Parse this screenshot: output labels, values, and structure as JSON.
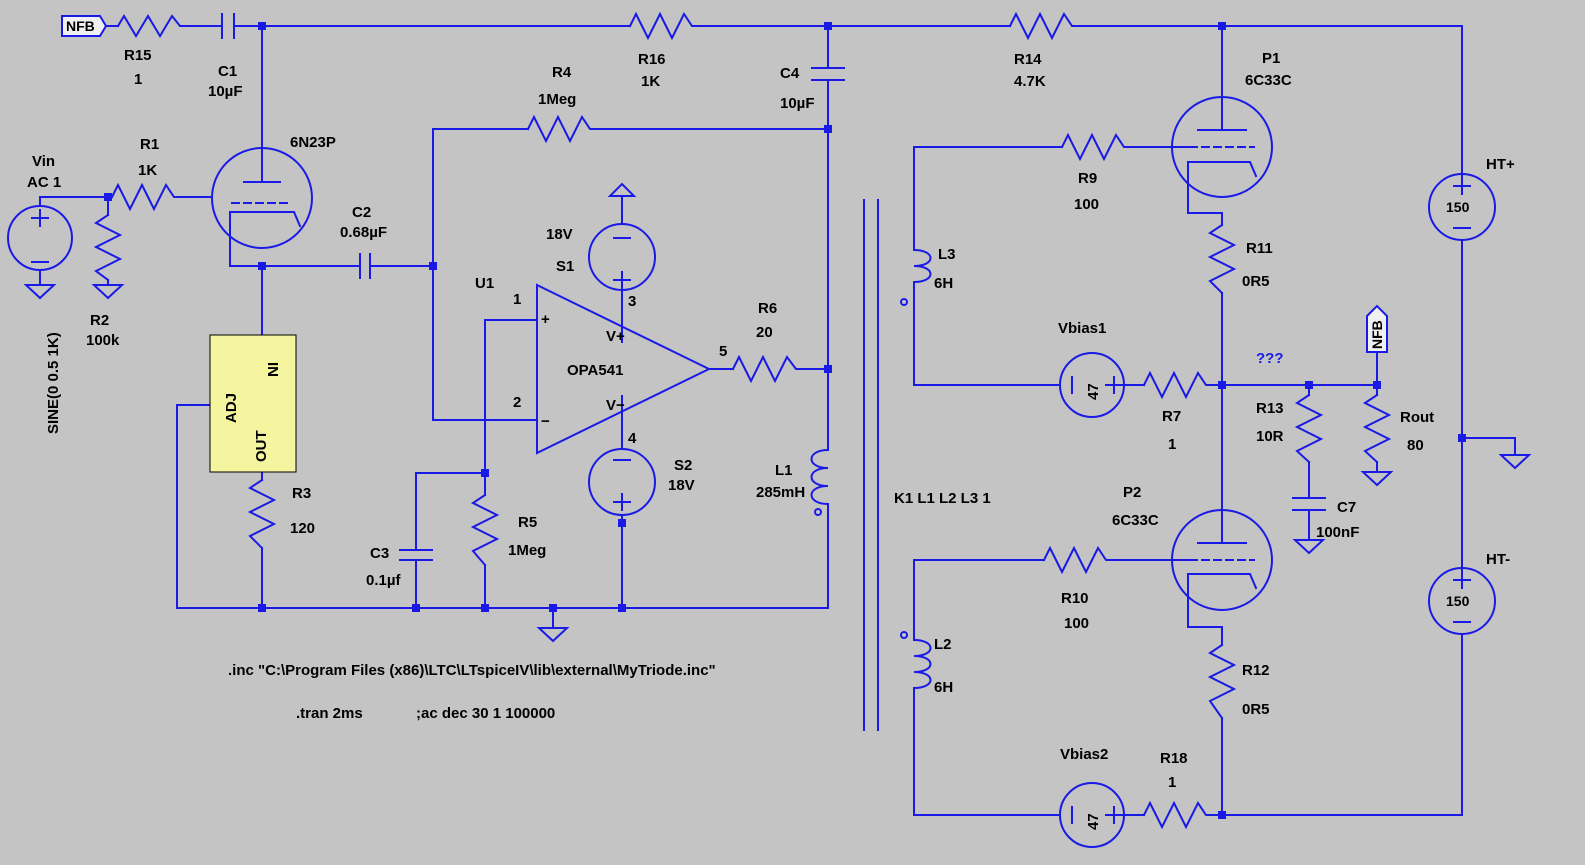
{
  "colors": {
    "background": "#c4c4c4",
    "wire": "#1a1ae6",
    "regulator_fill": "#f5f5a0",
    "text": "#000000"
  },
  "labels": {
    "nfb_left": "NFB",
    "nfb_right": "NFB",
    "r15": "R15",
    "r15v": "1",
    "c1": "C1",
    "c1v": "10µF",
    "r16": "R16",
    "r16v": "1K",
    "c4": "C4",
    "c4v": "10µF",
    "r14": "R14",
    "r14v": "4.7K",
    "p1": "P1",
    "p1v": "6C33C",
    "r4": "R4",
    "r4v": "1Meg",
    "vin": "Vin",
    "vinv": "AC 1",
    "vin_sine": "SINE(0 0.5 1K)",
    "r1": "R1",
    "r1v": "1K",
    "tube1": "6N23P",
    "c2": "C2",
    "c2v": "0.68µF",
    "r2": "R2",
    "r2v": "100k",
    "u1": "U1",
    "opamp": "OPA541",
    "pin1": "1",
    "pin2": "2",
    "pin3": "3",
    "pin4": "4",
    "pin5": "5",
    "vplus": "V+",
    "vminus": "V−",
    "plus": "+",
    "minus": "−",
    "s1v": "18V",
    "s1": "S1",
    "s2": "S2",
    "s2v": "18V",
    "r6": "R6",
    "r6v": "20",
    "reg_in": "IN",
    "reg_adj": "ADJ",
    "reg_out": "OUT",
    "r3": "R3",
    "r3v": "120",
    "c3": "C3",
    "c3v": "0.1µf",
    "r5": "R5",
    "r5v": "1Meg",
    "l1": "L1",
    "l1v": "285mH",
    "k1": "K1 L1 L2 L3 1",
    "r9": "R9",
    "r9v": "100",
    "l3": "L3",
    "l3v": "6H",
    "r11": "R11",
    "r11v": "0R5",
    "vbias1": "Vbias1",
    "vbias1v": "47",
    "r7": "R7",
    "r7v": "1",
    "qqq": "???",
    "r13": "R13",
    "r13v": "10R",
    "rout": "Rout",
    "routv": "80",
    "c7": "C7",
    "c7v": "100nF",
    "p2": "P2",
    "p2v": "6C33C",
    "r10": "R10",
    "r10v": "100",
    "l2": "L2",
    "l2v": "6H",
    "r12": "R12",
    "r12v": "0R5",
    "vbias2": "Vbias2",
    "vbias2v": "47",
    "r18": "R18",
    "r18v": "1",
    "htp": "HT+",
    "htpv": "150",
    "htm": "HT-",
    "htmv": "150",
    "inc_directive": ".inc \"C:\\Program Files (x86)\\LTC\\LTspiceIV\\lib\\external\\MyTriode.inc\"",
    "tran_directive": ".tran 2ms",
    "ac_directive": ";ac dec 30 1 100000"
  }
}
